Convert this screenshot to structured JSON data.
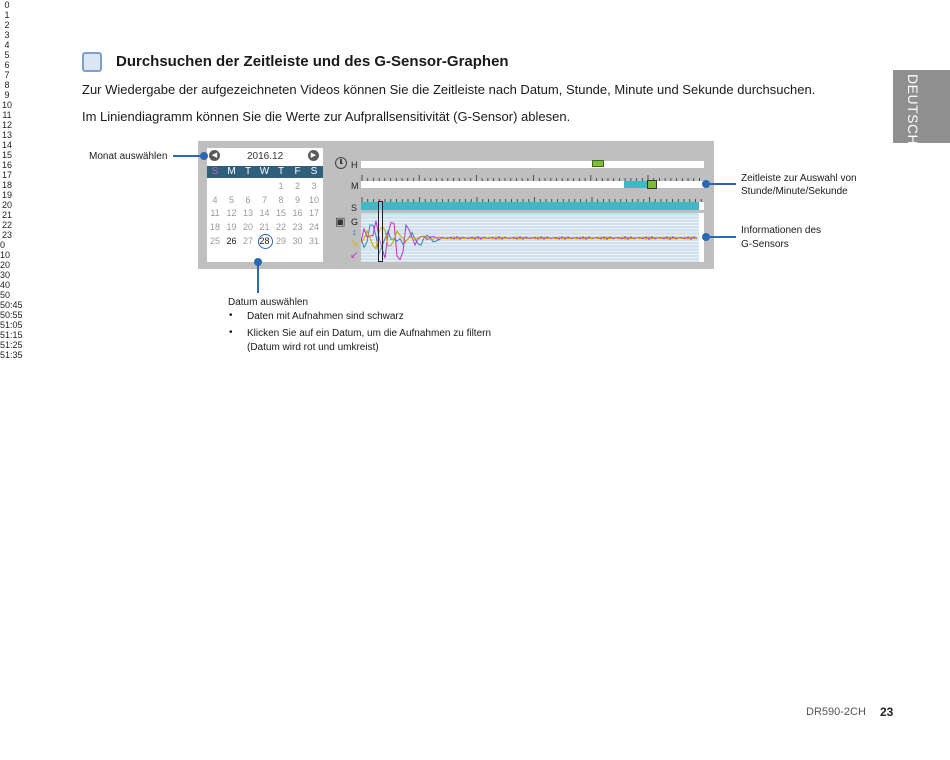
{
  "section": {
    "title": "Durchsuchen der Zeitleiste und des G-Sensor-Graphen",
    "para1": "Zur Wiedergabe der aufgezeichneten Videos können Sie die Zeitleiste nach Datum, Stunde, Minute und Sekunde durchsuchen.",
    "para2": "Im Liniendiagramm können Sie die Werte zur Aufprallsensitivität (G-Sensor) ablesen."
  },
  "side_tab": "DEUTSCH",
  "calendar": {
    "month": "2016.12",
    "weekdays": [
      "S",
      "M",
      "T",
      "W",
      "T",
      "F",
      "S"
    ],
    "weeks": [
      [
        "",
        "",
        "",
        "",
        "1",
        "2",
        "3"
      ],
      [
        "4",
        "5",
        "6",
        "7",
        "8",
        "9",
        "10"
      ],
      [
        "11",
        "12",
        "13",
        "14",
        "15",
        "16",
        "17"
      ],
      [
        "18",
        "19",
        "20",
        "21",
        "22",
        "23",
        "24"
      ],
      [
        "25",
        "26",
        "27",
        "28",
        "29",
        "30",
        "31"
      ]
    ],
    "days_with_recordings": [
      "26",
      "28"
    ],
    "selected_day": "28"
  },
  "timeline": {
    "hour_label": "H",
    "minute_label": "M",
    "second_label": "S",
    "gsensor_label": "G",
    "hours": [
      "0",
      "1",
      "2",
      "3",
      "4",
      "5",
      "6",
      "7",
      "8",
      "9",
      "10",
      "11",
      "12",
      "13",
      "14",
      "15",
      "16",
      "17",
      "18",
      "19",
      "20",
      "21",
      "22",
      "23"
    ],
    "minutes": [
      "0",
      "10",
      "20",
      "30",
      "40",
      "50"
    ],
    "seconds": [
      "50:45",
      "50:55",
      "51:05",
      "51:15",
      "51:25",
      "51:35"
    ],
    "selected_hour": "16"
  },
  "callouts": {
    "month": "Monat auswählen",
    "timeline_line1": "Zeitleiste zur Auswahl von",
    "timeline_line2": "Stunde/Minute/Sekunde",
    "gsensor_line1": "Informationen des",
    "gsensor_line2": "G-Sensors",
    "date_title": "Datum auswählen",
    "date_bullet1": "Daten mit Aufnahmen sind schwarz",
    "date_bullet2_line1": "Klicken Sie auf ein Datum, um die Aufnahmen zu filtern",
    "date_bullet2_line2": "(Datum wird rot und umkreist)"
  },
  "footer": {
    "model": "DR590-2CH",
    "page": "23"
  },
  "colors": {
    "accent": "#2a68b5",
    "calendar_header": "#2f5f7a",
    "sunday": "#c060c0",
    "second_bar": "#3fb8c8",
    "hour_marker": "#7dbb3c",
    "gsensor_bg": "#cfe1ec"
  }
}
